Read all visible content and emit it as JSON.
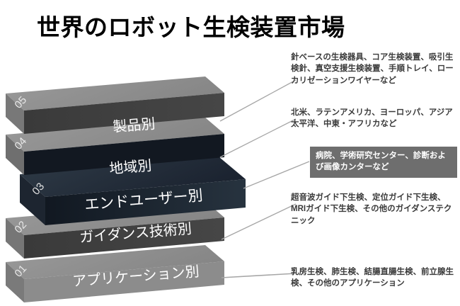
{
  "title": "世界のロボット生検装置市場",
  "colors": {
    "layer_light_top": "#8f8f8f",
    "layer_light_front": "#3f3f3f",
    "layer_light_side": "#6f6f6f",
    "layer_accent_top": "#2b3642",
    "layer_accent_front": "#141c26",
    "layer_accent_side": "#223040",
    "callout_box_bg": "#6e6e6e",
    "callout_text": "#3a3a3a",
    "connector": "#a0a0a0",
    "label_text": "#ffffff",
    "title_text": "#000000"
  },
  "diagram": {
    "type": "stacked-layers",
    "layers": [
      {
        "number": "05",
        "label": "製品別",
        "style": "light"
      },
      {
        "number": "04",
        "label": "地域別",
        "style": "light"
      },
      {
        "number": "03",
        "label": "エンドユーザー別",
        "style": "accent"
      },
      {
        "number": "02",
        "label": "ガイダンス技術別",
        "style": "light"
      },
      {
        "number": "01",
        "label": "アプリケーション別",
        "style": "light"
      }
    ]
  },
  "callouts": [
    {
      "for_layer": "05",
      "text": "針ベースの生検器具、コア生検装置、吸引生検針、真空支援生検装置、手順トレイ、ローカリゼーションワイヤーなど",
      "highlighted": false
    },
    {
      "for_layer": "04",
      "text": "北米、ラテンアメリカ、ヨーロッパ、アジア太平洋、中東・アフリカなど",
      "highlighted": false
    },
    {
      "for_layer": "03",
      "text": "病院、学術研究センター、診断および画像カンターなど",
      "highlighted": true
    },
    {
      "for_layer": "02",
      "text": "超音波ガイド下生検、定位ガイド下生検、MRIガイド下生検、その他のガイダンステクニック",
      "highlighted": false
    },
    {
      "for_layer": "01",
      "text": "乳房生検、肺生検、結腸直腸生検、前立腺生検、その他のアプリケーション",
      "highlighted": false
    }
  ]
}
